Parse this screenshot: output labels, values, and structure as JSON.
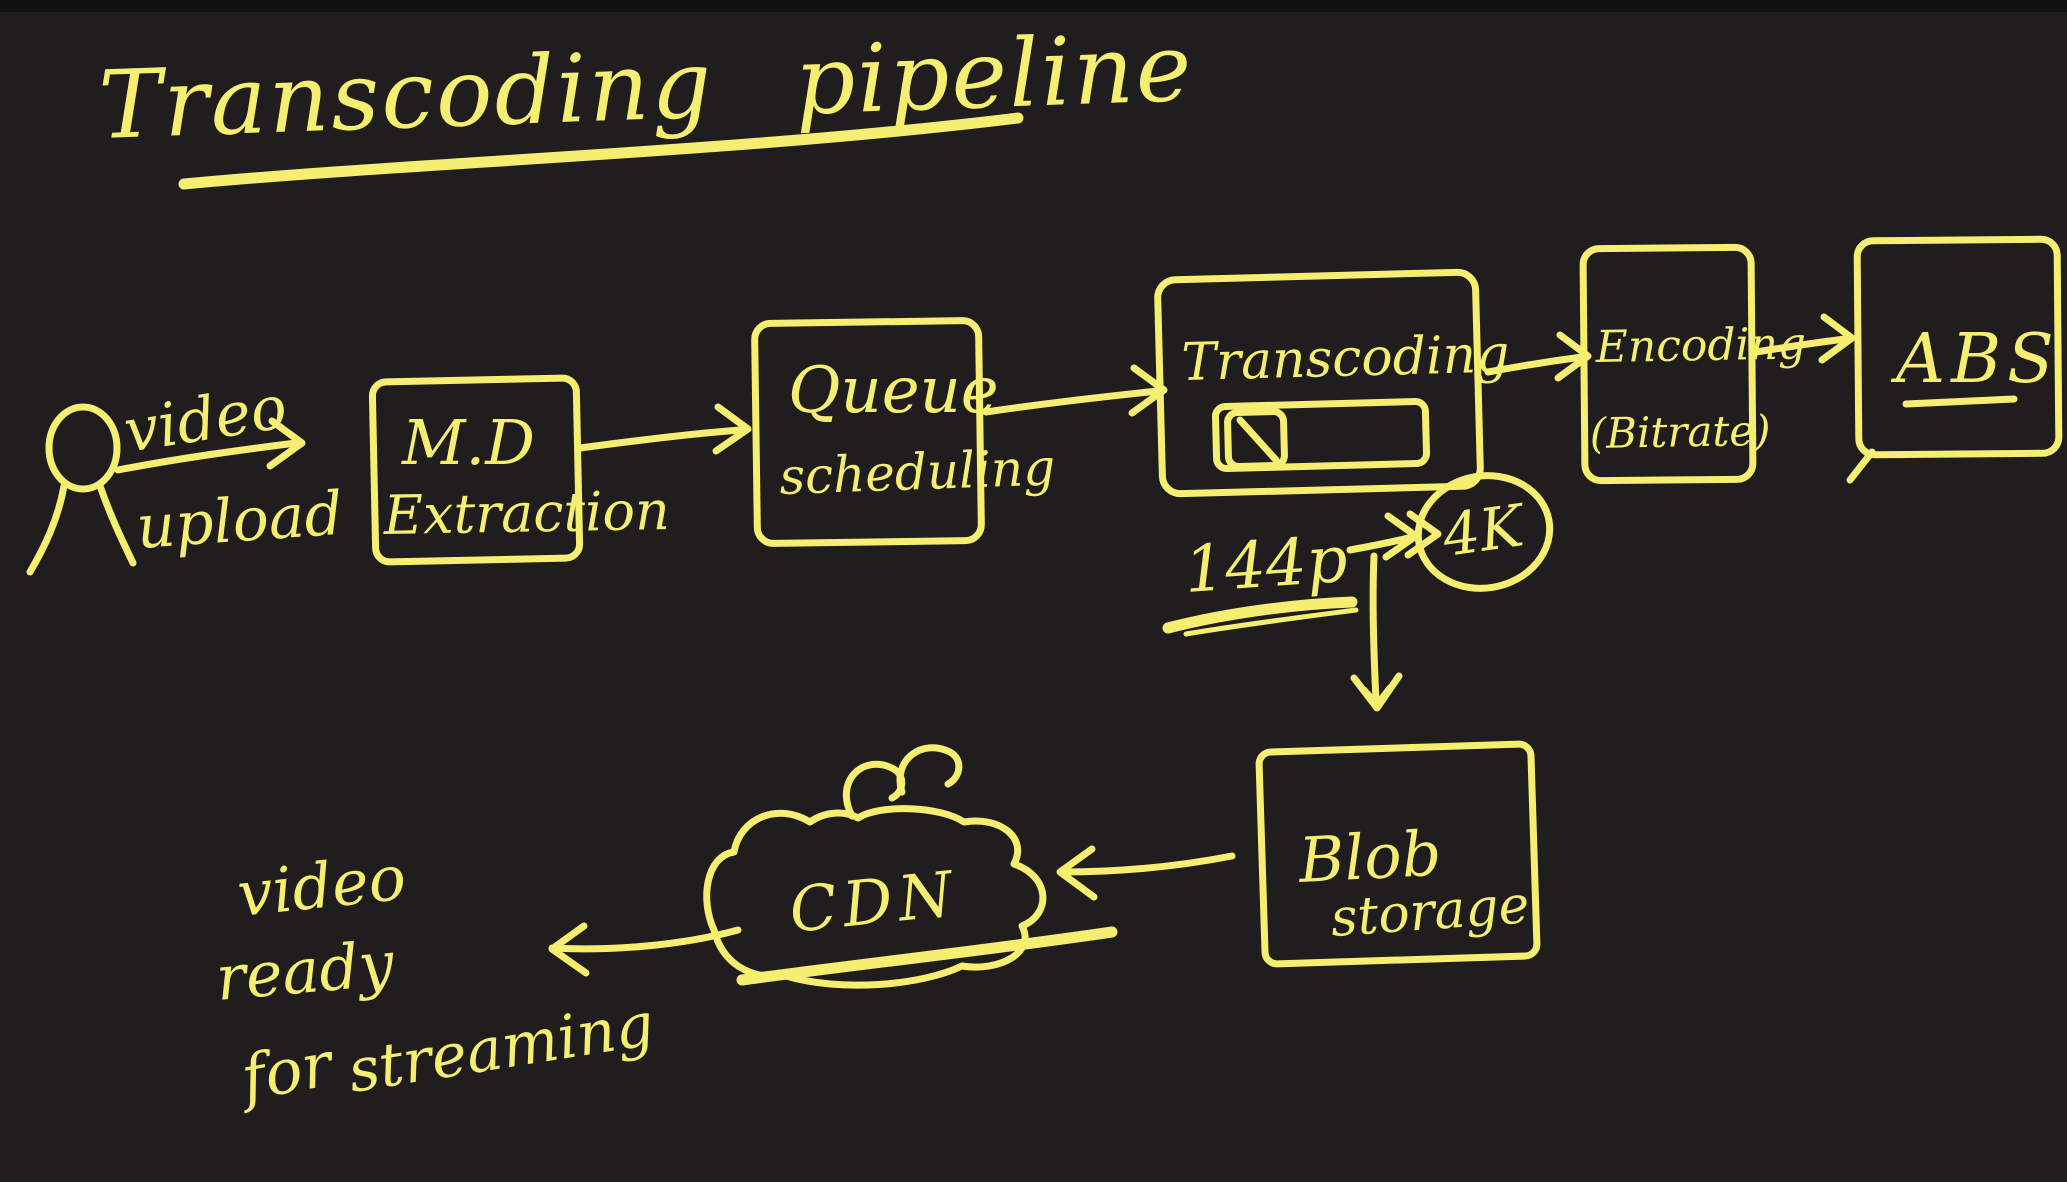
{
  "title": {
    "text": "Transcoding pipeline"
  },
  "colors": {
    "background": "#1f1d1d",
    "ink": "#f5ee71"
  },
  "icons": {
    "user": "stick-figure-icon",
    "transcoding_preview": "video-player-icon",
    "cdn_shape": "cloud-icon"
  },
  "upload": {
    "top_label": "video",
    "bottom_label": "upload"
  },
  "nodes": {
    "md_extraction": {
      "line1": "M.D",
      "line2": "Extraction"
    },
    "queue": {
      "line1": "Queue",
      "line2": "scheduling"
    },
    "transcoding": {
      "label": "Transcoding"
    },
    "encoding": {
      "line1": "Encoding",
      "line2": "(Bitrate)"
    },
    "abs": {
      "label": "ABS"
    },
    "blob": {
      "line1": "Blob",
      "line2": "storage"
    },
    "cdn": {
      "label": "CDN"
    }
  },
  "resolution": {
    "from": "144p",
    "to": "4K"
  },
  "note": {
    "line1": "video",
    "line2": "ready",
    "line3": "for",
    "line4": "streaming"
  }
}
